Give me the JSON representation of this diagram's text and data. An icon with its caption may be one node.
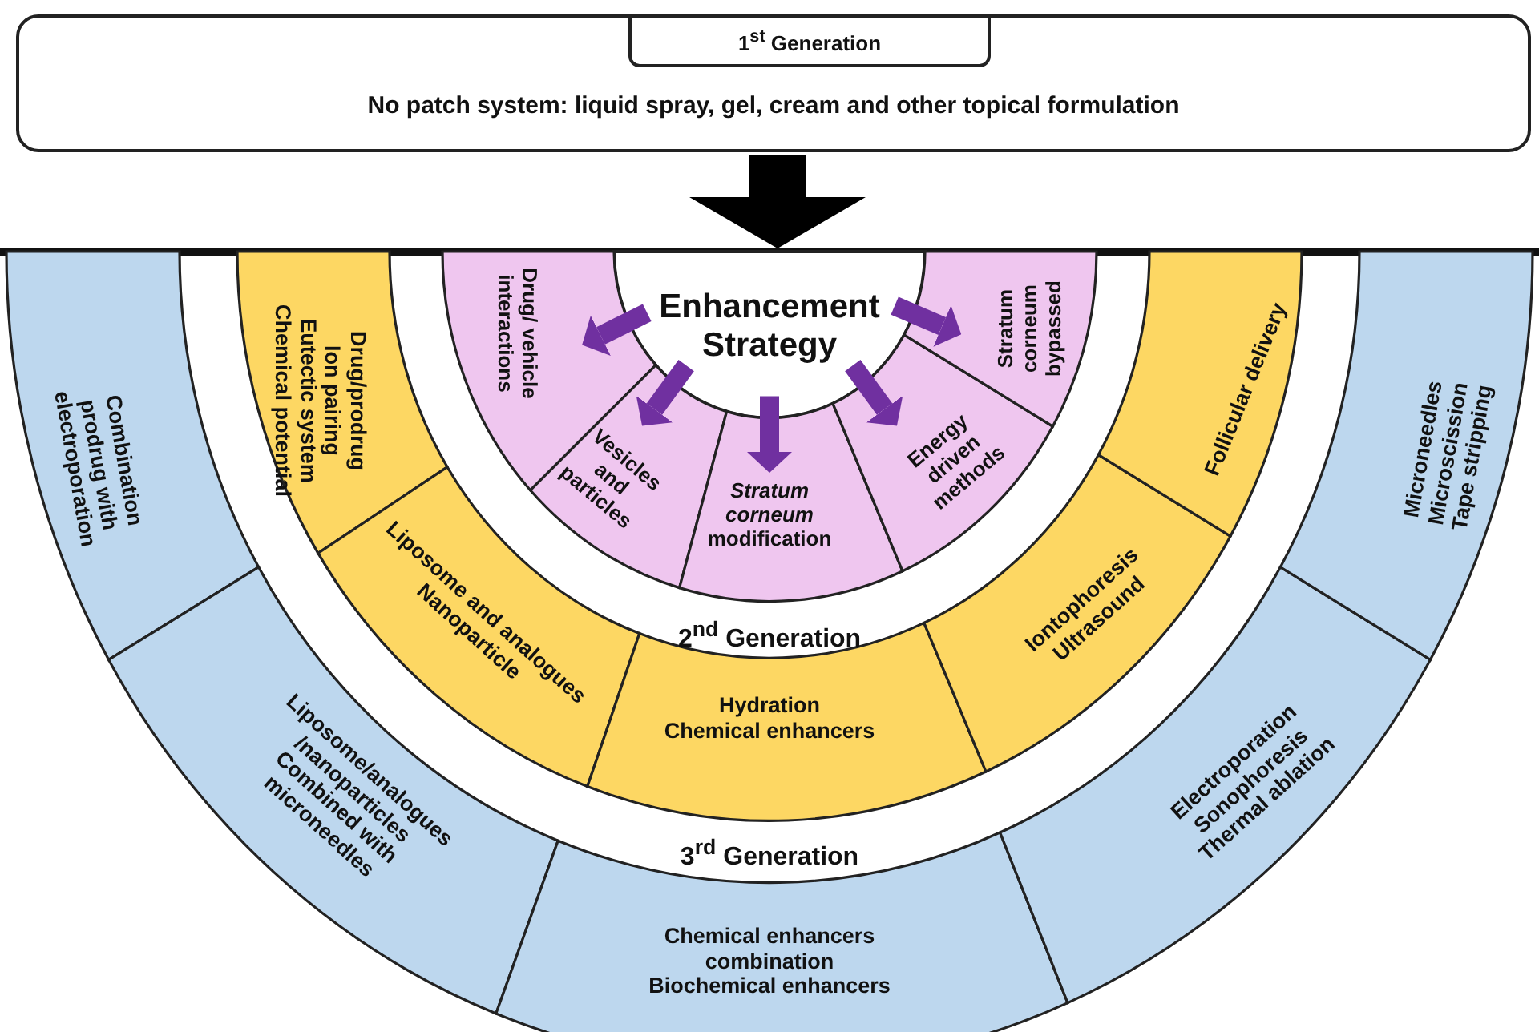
{
  "diagram": {
    "nodes": [
      {
        "text": [
          "No patch system: liquid spray, gel, cream and other topical formulation"
        ]
      },
      {
        "text": [
          "1$^{st}$ Generation"
        ],
        "in": 0
      },
      {
        "text": [],
        "shape": "semicircle"
      },
      {
        "text": [
          "Enhancement Strategy"
        ],
        "in": 2
      },
      {
        "text": [
          "Drug/ vehicle interactions"
        ],
        "in": 2
      },
      {
        "text": [
          "Vesicles and particles"
        ],
        "in": 2
      },
      {
        "text": [
          "*Stratum corneum* modification"
        ],
        "in": 2
      },
      {
        "text": [
          "Energy driven methods"
        ],
        "in": 2
      },
      {
        "text": [
          "Stratum corneum bypassed"
        ],
        "in": 2
      },
      {
        "text": [
          "Drug/prodrug",
          "Ion pairing",
          "Eutectic system",
          "Chemical potential"
        ],
        "in": 2
      },
      {
        "text": [
          "Liposome and analogues",
          "Nanoparticle"
        ],
        "in": 2
      },
      {
        "text": [
          "Hydration",
          "Chemical enhancers"
        ],
        "in": 2
      },
      {
        "text": [
          "Iontophoresis",
          "Ultrasound"
        ],
        "in": 2
      },
      {
        "text": [
          "Follicular delivery"
        ],
        "in": 2
      },
      {
        "text": [
          "Combination prodrug with electroporation"
        ],
        "in": 2
      },
      {
        "text": [
          "Liposome/analogues /nanoparticles Combined with microneedles"
        ],
        "in": 2
      },
      {
        "text": [
          "Chemical enhancers combination",
          "Biochemical enhancers"
        ],
        "in": 2
      },
      {
        "text": [
          "Electroporation",
          "Sonophoresis",
          "Thermal ablation"
        ],
        "in": 2
      },
      {
        "text": [
          "Microneedles",
          "Microscission",
          "Tape stripping"
        ],
        "in": 2
      }
    ],
    "edges": [
      {
        "from": 0,
        "to": 2,
        "arrow": "to",
        "style": "thick",
        "color": "#000000"
      },
      {
        "from": 3,
        "to": 4,
        "arrow": "to"
      },
      {
        "from": 3,
        "to": 5,
        "arrow": "to"
      },
      {
        "from": 3,
        "to": 6,
        "arrow": "to"
      },
      {
        "from": 3,
        "to": 7,
        "arrow": "to"
      },
      {
        "from": 3,
        "to": 8,
        "arrow": "to"
      }
    ],
    "labels": [
      "2$^{nd}$ Generation",
      "3$^{rd}$ Generation"
    ]
  }
}
